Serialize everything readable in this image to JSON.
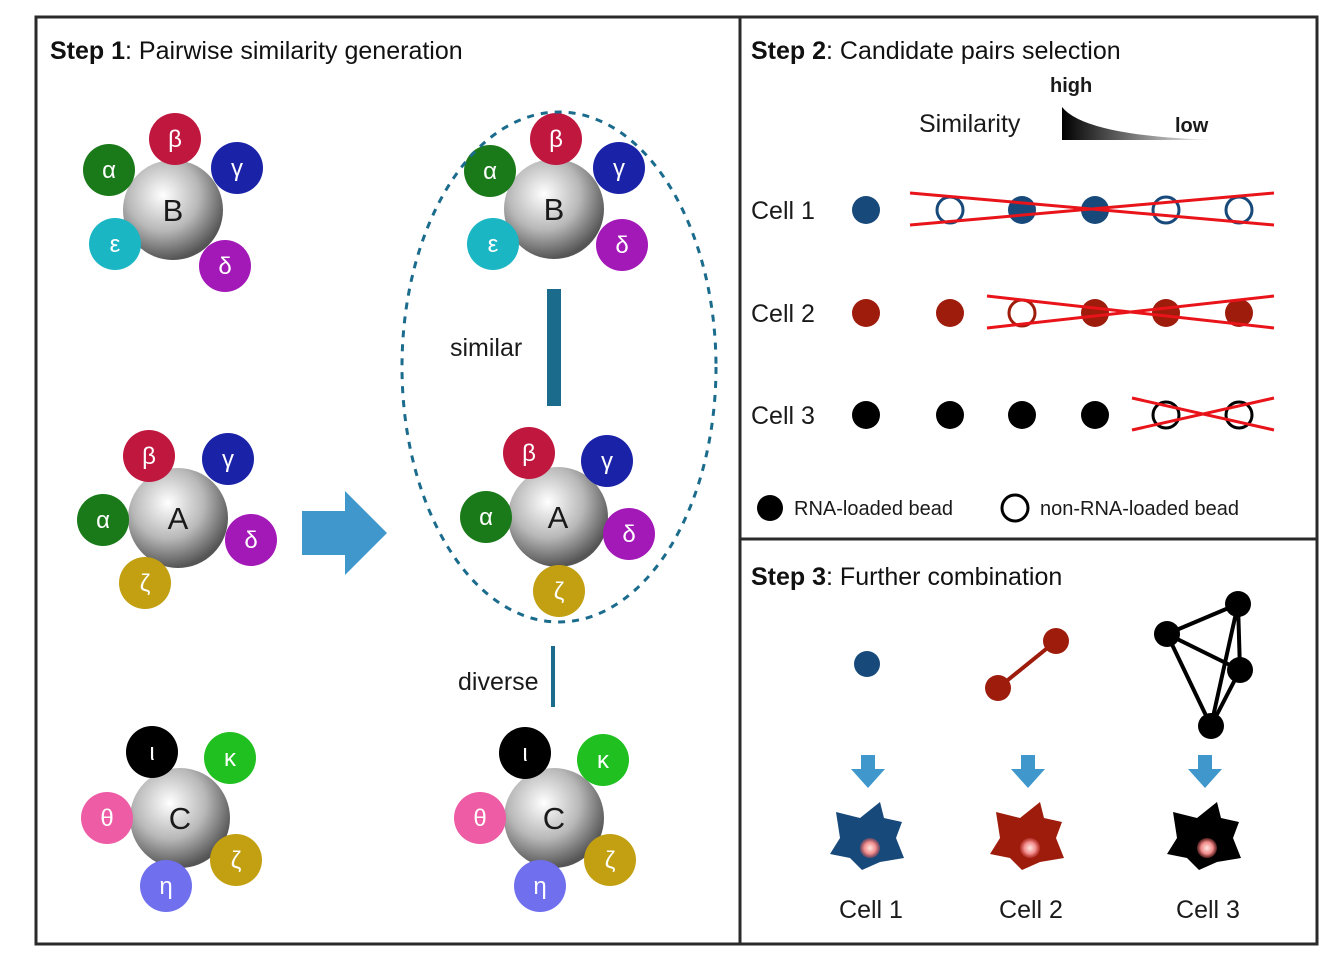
{
  "step1": {
    "prefix": "Step 1",
    "rest": ": Pairwise similarity generation"
  },
  "step2": {
    "prefix": "Step 2",
    "rest": ": Candidate pairs selection"
  },
  "step3": {
    "prefix": "Step 3",
    "rest": ": Further combination"
  },
  "similarity": {
    "label": "Similarity",
    "high": "high",
    "low": "low"
  },
  "link_labels": {
    "similar": "similar",
    "diverse": "diverse"
  },
  "rows": [
    {
      "label": "Cell 1"
    },
    {
      "label": "Cell 2"
    },
    {
      "label": "Cell 3"
    }
  ],
  "legend": {
    "filled": "RNA-loaded bead",
    "hollow": "non-RNA-loaded bead"
  },
  "step3_cells": [
    {
      "label": "Cell 1"
    },
    {
      "label": "Cell 2"
    },
    {
      "label": "Cell 3"
    }
  ],
  "cores": {
    "B": "B",
    "A": "A",
    "C": "C"
  },
  "greek": {
    "alpha": "α",
    "beta": "β",
    "gamma": "γ",
    "delta": "δ",
    "epsilon": "ε",
    "zeta": "ζ",
    "eta": "η",
    "theta": "θ",
    "iota": "ι",
    "kappa": "κ"
  },
  "colors": {
    "alpha": "#1a7a1a",
    "beta": "#c0173f",
    "gamma": "#1a22a8",
    "delta": "#a319b8",
    "epsilon": "#1ab6c4",
    "zeta": "#c2a012",
    "eta": "#7070ee",
    "theta": "#ee5ca6",
    "iota": "#000000",
    "kappa": "#20c020",
    "cell1": "#17497a",
    "cell2": "#9e1c0c",
    "cell3": "#000000",
    "arrow": "#3f97cc",
    "link": "#1a6b8c",
    "cross": "#e8141a"
  }
}
